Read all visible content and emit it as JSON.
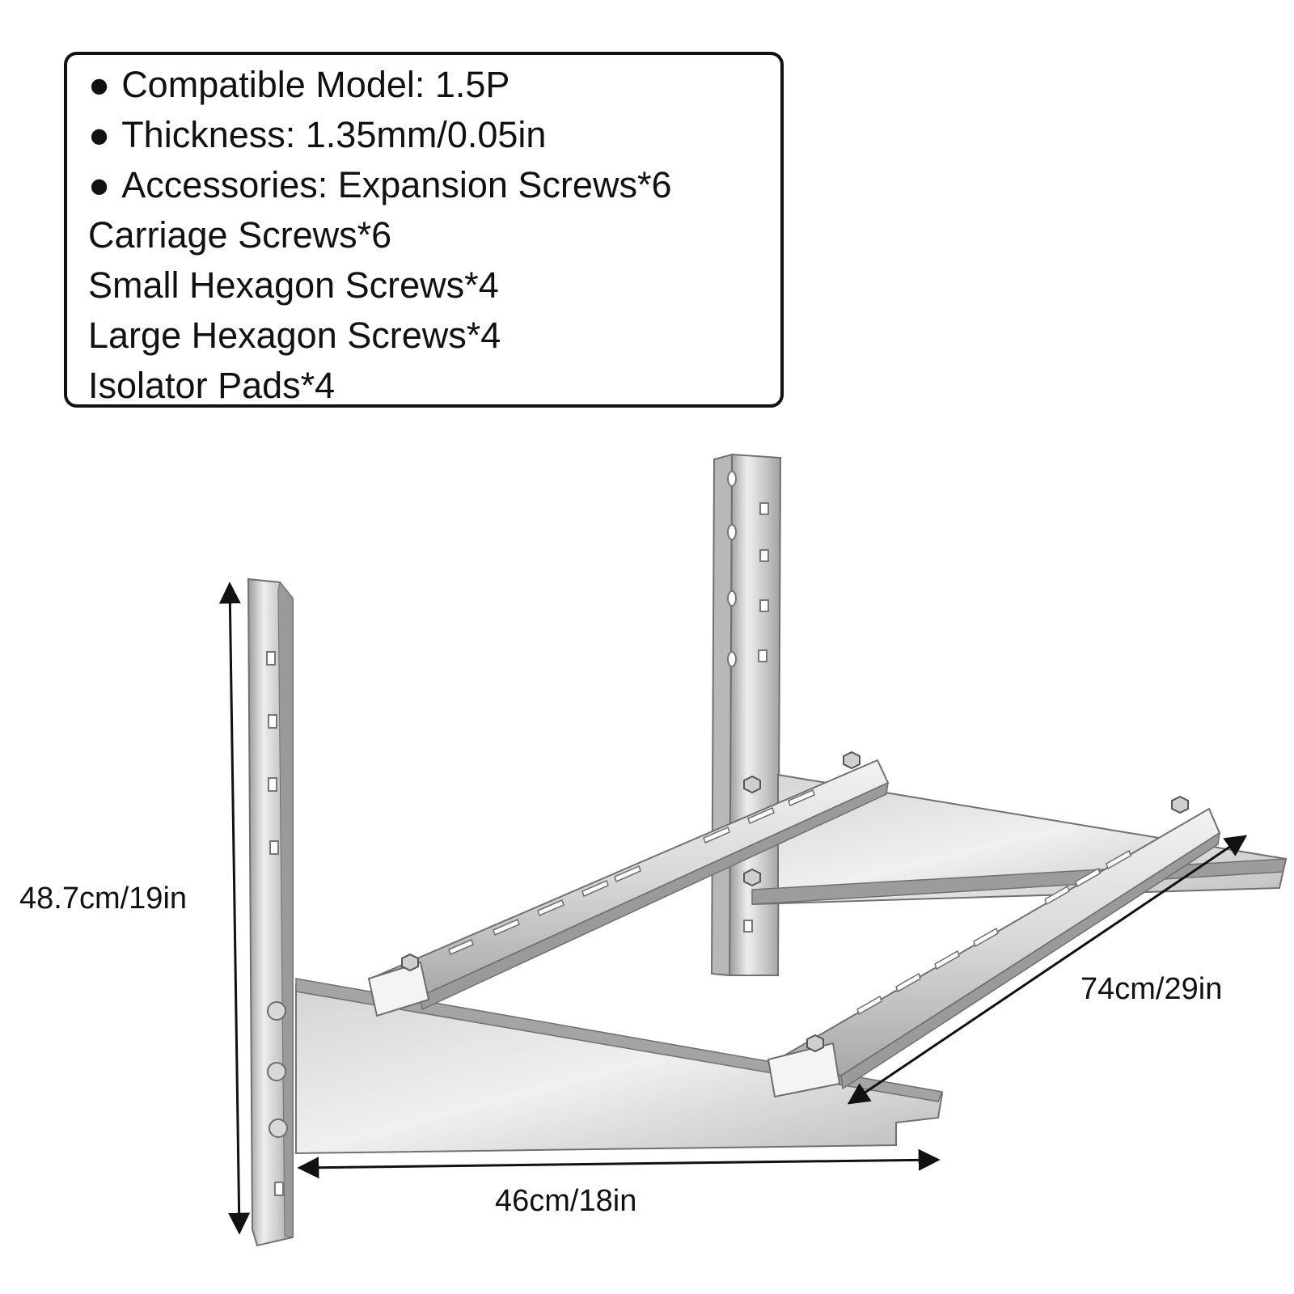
{
  "specs": [
    {
      "bullet": "●",
      "text": "Compatible Model: 1.5P"
    },
    {
      "bullet": "●",
      "text": "Thickness: 1.35mm/0.05in"
    },
    {
      "bullet": "●",
      "text": "Accessories: Expansion Screws*6"
    },
    {
      "bullet": "",
      "text": "Carriage Screws*6"
    },
    {
      "bullet": "",
      "text": "Small Hexagon Screws*4"
    },
    {
      "bullet": "",
      "text": "Large Hexagon Screws*4"
    },
    {
      "bullet": "",
      "text": "Isolator Pads*4"
    }
  ],
  "dimensions": {
    "height": "48.7cm/19in",
    "depth": "46cm/18in",
    "span": "74cm/29in"
  },
  "colors": {
    "steel_light": "#e6e6e6",
    "steel_mid": "#c4c4c4",
    "steel_dark": "#8c8c8c",
    "outline": "#6e6e6e",
    "arrow": "#111111"
  }
}
